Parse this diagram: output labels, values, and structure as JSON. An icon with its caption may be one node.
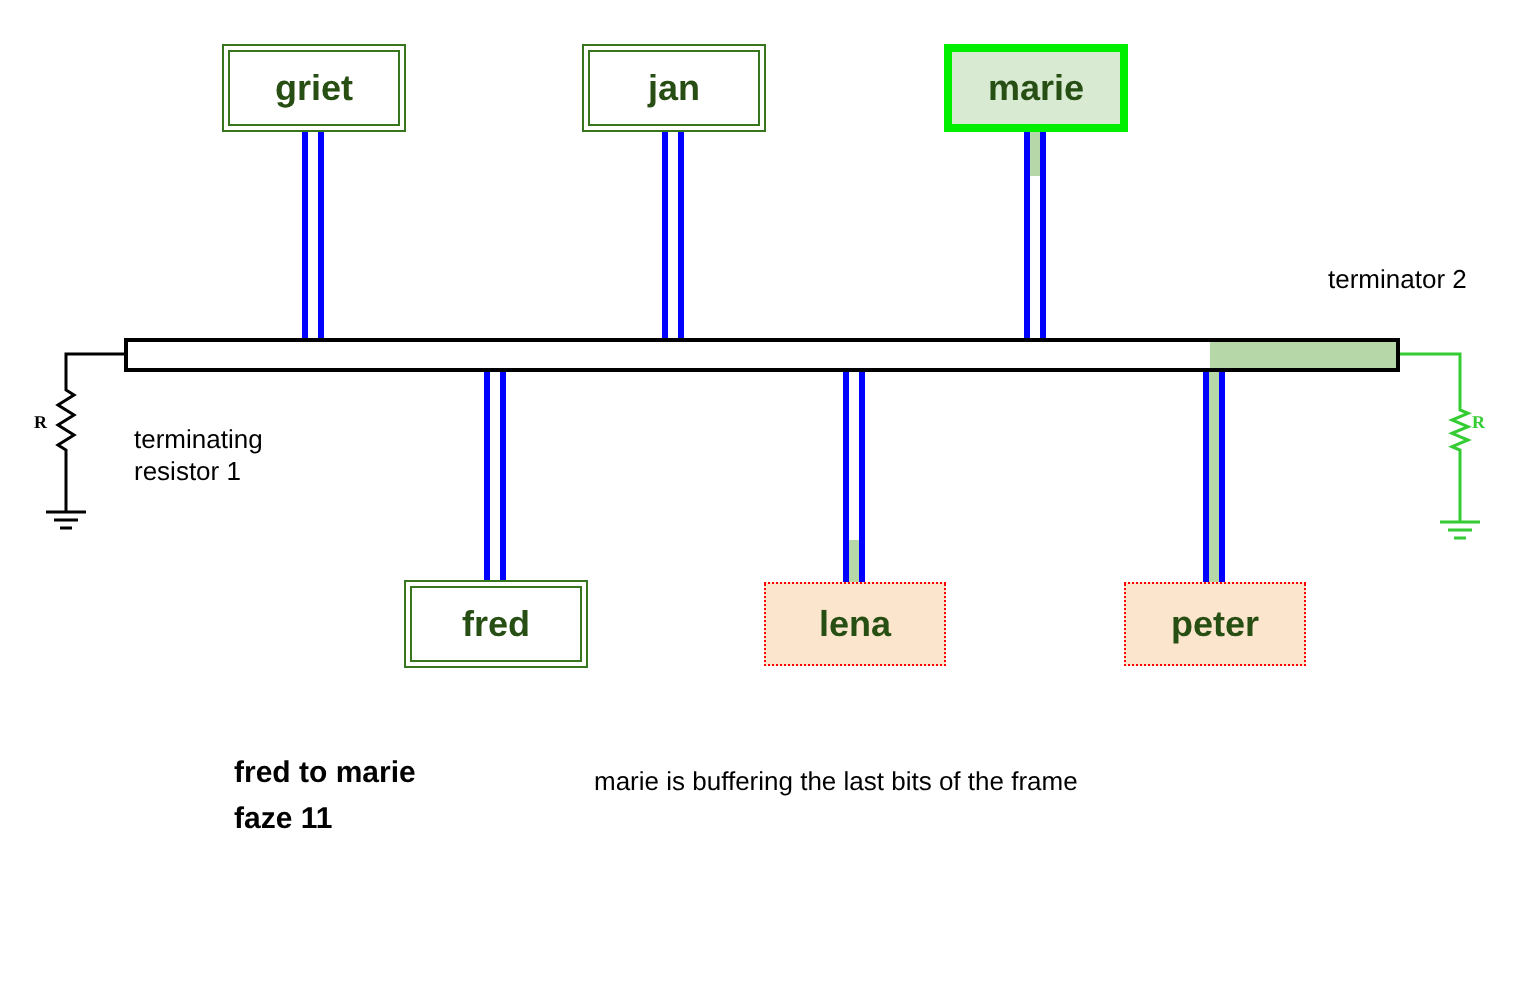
{
  "diagram": {
    "nodes": [
      {
        "text": [
          "griet"
        ]
      },
      {
        "text": [
          "jan"
        ]
      },
      {
        "text": [
          "marie"
        ]
      },
      {
        "text": [],
        "shape": "bar"
      },
      {
        "text": [
          "R"
        ]
      },
      {
        "text": [
          "R"
        ]
      },
      {
        "text": [
          "fred"
        ]
      },
      {
        "text": [
          "lena"
        ]
      },
      {
        "text": [
          "peter"
        ]
      }
    ],
    "edges": [
      {
        "from": 0,
        "to": 3,
        "arrow": "none"
      },
      {
        "from": 1,
        "to": 3,
        "arrow": "none"
      },
      {
        "from": 2,
        "to": 3,
        "arrow": "none"
      },
      {
        "from": 3,
        "to": 4,
        "arrow": "none",
        "color": "#000000"
      },
      {
        "from": 3,
        "to": 5,
        "arrow": "none",
        "color": "#33cc33"
      },
      {
        "from": 3,
        "to": 6,
        "arrow": "none"
      },
      {
        "from": 3,
        "to": 7,
        "arrow": "none"
      },
      {
        "from": 3,
        "to": 8,
        "arrow": "none"
      }
    ],
    "labels": [
      "terminator 2",
      "terminating resistor 1",
      "fred to marie",
      "marie is buffering the last bits of the frame",
      "faze 11"
    ]
  }
}
